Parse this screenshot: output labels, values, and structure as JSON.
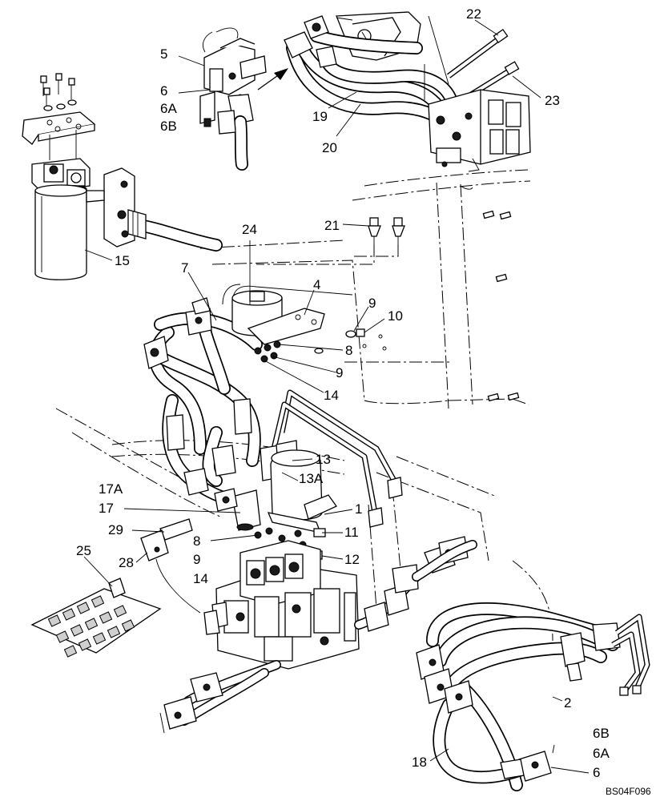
{
  "diagram": {
    "drawing_code": "BS04F096",
    "callouts": [
      {
        "id": "c5",
        "text": "5"
      },
      {
        "id": "c6-top",
        "text": "6"
      },
      {
        "id": "c6a-top",
        "text": "6A"
      },
      {
        "id": "c6b-top",
        "text": "6B"
      },
      {
        "id": "c22",
        "text": "22"
      },
      {
        "id": "c23",
        "text": "23"
      },
      {
        "id": "c19",
        "text": "19"
      },
      {
        "id": "c20",
        "text": "20"
      },
      {
        "id": "c21",
        "text": "21"
      },
      {
        "id": "c15",
        "text": "15"
      },
      {
        "id": "c24",
        "text": "24"
      },
      {
        "id": "c7",
        "text": "7"
      },
      {
        "id": "c4",
        "text": "4"
      },
      {
        "id": "c9-a",
        "text": "9"
      },
      {
        "id": "c10",
        "text": "10"
      },
      {
        "id": "c8-a",
        "text": "8"
      },
      {
        "id": "c9-b",
        "text": "9"
      },
      {
        "id": "c14-a",
        "text": "14"
      },
      {
        "id": "c13",
        "text": "13"
      },
      {
        "id": "c13a",
        "text": "13A"
      },
      {
        "id": "c17a",
        "text": "17A"
      },
      {
        "id": "c17",
        "text": "17"
      },
      {
        "id": "c1",
        "text": "1"
      },
      {
        "id": "c29",
        "text": "29"
      },
      {
        "id": "c8-b",
        "text": "8"
      },
      {
        "id": "c11",
        "text": "11"
      },
      {
        "id": "c25",
        "text": "25"
      },
      {
        "id": "c28",
        "text": "28"
      },
      {
        "id": "c9-c",
        "text": "9"
      },
      {
        "id": "c12",
        "text": "12"
      },
      {
        "id": "c14-b",
        "text": "14"
      },
      {
        "id": "c2",
        "text": "2"
      },
      {
        "id": "c6b-bottom",
        "text": "6B"
      },
      {
        "id": "c6a-bottom",
        "text": "6A"
      },
      {
        "id": "c18",
        "text": "18"
      },
      {
        "id": "c6-bottom",
        "text": "6"
      }
    ]
  }
}
